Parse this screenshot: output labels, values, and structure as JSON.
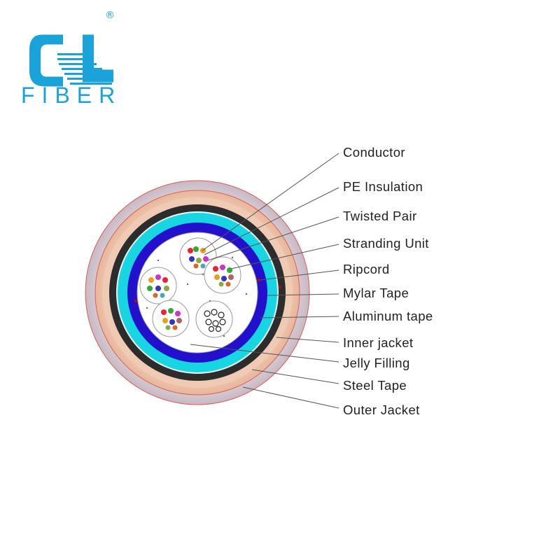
{
  "brand": {
    "name": "FIBER",
    "registered_mark": "®",
    "color": "#1aa3d9"
  },
  "diagram": {
    "labels": [
      "Conductor",
      "PE Insulation",
      "Twisted Pair",
      "Stranding Unit",
      "Ripcord",
      "Mylar Tape",
      "Aluminum tape",
      "Inner jacket",
      "Jelly Filling",
      "Steel Tape",
      "Outer Jacket"
    ],
    "colors": {
      "outer_jacket": "#cdc3cc",
      "steel_tape": "#f0c9b4",
      "inner_jacket": "#2b2b2b",
      "aluminum_tape": "#1f10c8",
      "mylar_tape": "#16d3df",
      "core": "#ffffff"
    }
  }
}
